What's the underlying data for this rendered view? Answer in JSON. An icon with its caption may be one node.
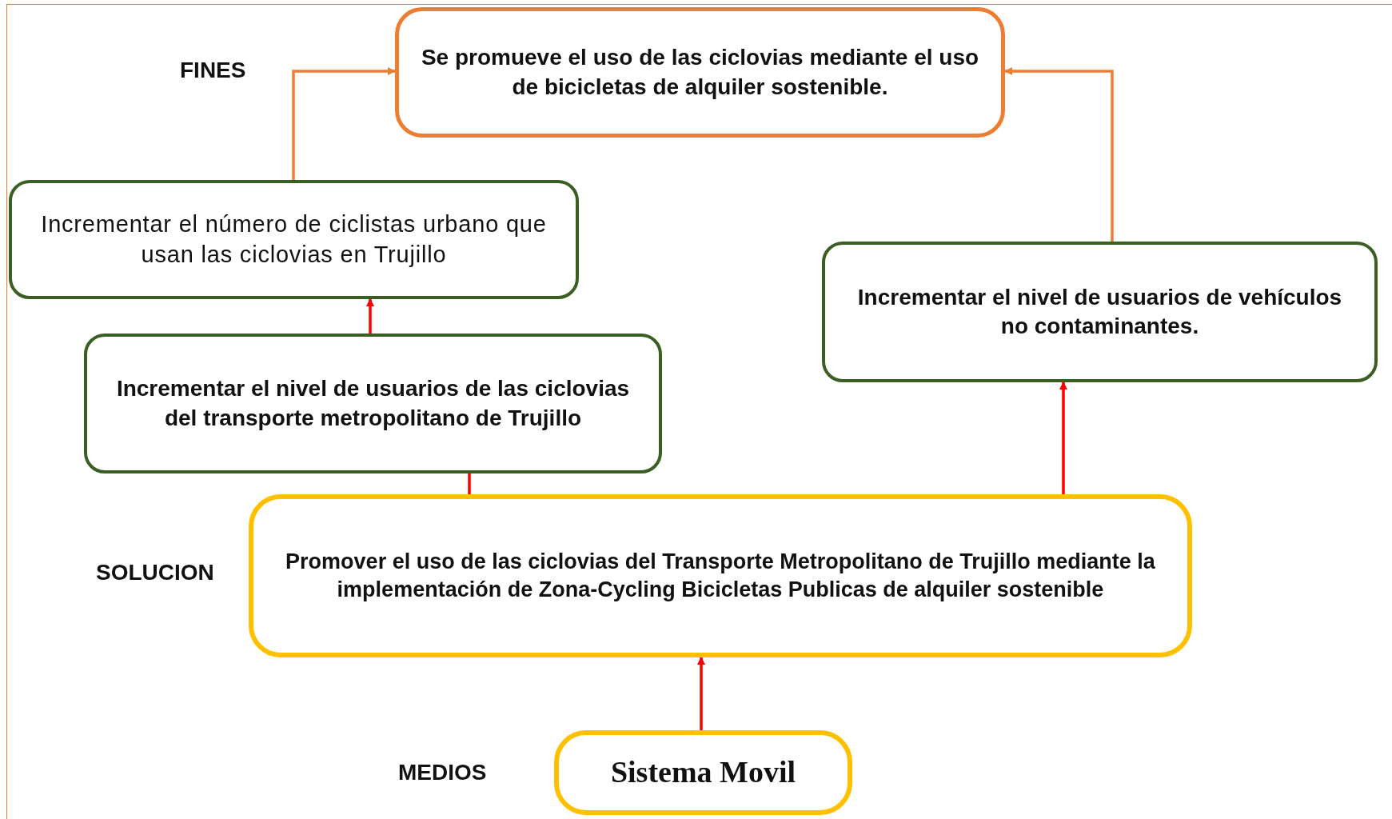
{
  "diagram": {
    "nodes": [
      {
        "text": [
          "Se promueve el uso de las ciclovias mediante el uso de bicicletas de alquiler sostenible."
        ]
      },
      {
        "text": [
          "Incrementar el número de ciclistas urbano que usan las ciclovias en Trujillo"
        ]
      },
      {
        "text": [
          "Incrementar el nivel de usuarios de vehículos no contaminantes."
        ]
      },
      {
        "text": [
          "Incrementar el nivel de usuarios de las ciclovias del transporte metropolitano de Trujillo"
        ]
      },
      {
        "text": [
          "Promover el uso de las ciclovias del Transporte Metropolitano de Trujillo mediante la implementación de Zona-Cycling Bicicletas Publicas de alquiler sostenible"
        ]
      },
      {
        "text": [
          "Sistema Movil"
        ]
      }
    ],
    "edges": [
      {
        "from": 1,
        "to": 0,
        "arrow": "to",
        "color": "#ed7d31"
      },
      {
        "from": 2,
        "to": 0,
        "arrow": "to",
        "color": "#ed7d31"
      },
      {
        "from": 3,
        "to": 1,
        "arrow": "to"
      },
      {
        "from": 4,
        "to": 3,
        "arrow": "none"
      },
      {
        "from": 4,
        "to": 2,
        "arrow": "to"
      },
      {
        "from": 5,
        "to": 4,
        "arrow": "to"
      }
    ],
    "labels": [
      "FINES",
      "SOLUCION",
      "MEDIOS"
    ]
  }
}
